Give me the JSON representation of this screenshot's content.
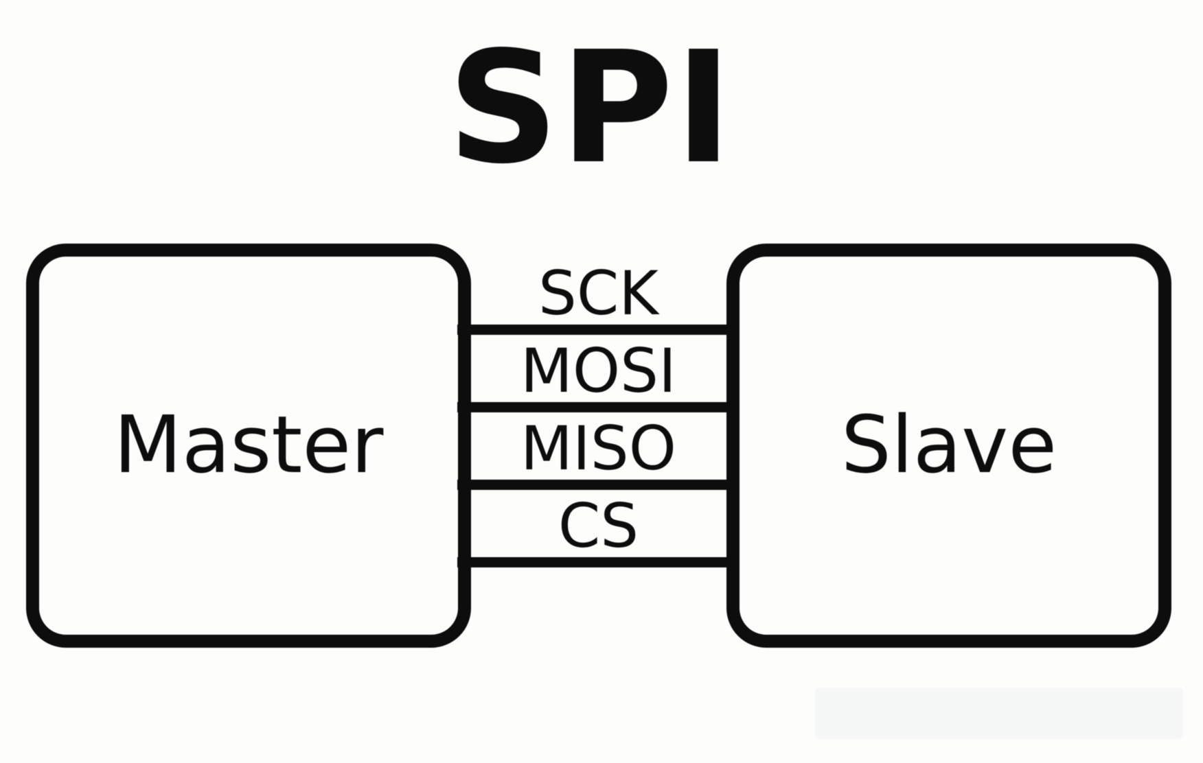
{
  "title": "SPI",
  "nodes": {
    "master": {
      "label": "Master"
    },
    "slave": {
      "label": "Slave"
    }
  },
  "signals": [
    {
      "label": "SCK"
    },
    {
      "label": "MOSI"
    },
    {
      "label": "MISO"
    },
    {
      "label": "CS"
    }
  ],
  "colors": {
    "ink": "#0d0d0d",
    "background": "#fdfdfc",
    "watermark": "#f6f8f7"
  }
}
